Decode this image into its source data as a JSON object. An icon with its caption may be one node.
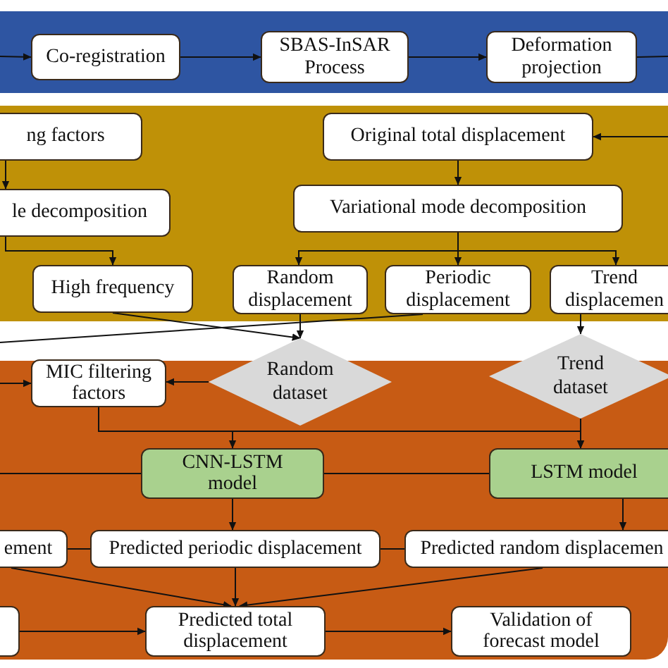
{
  "diagram": {
    "nodes": [
      {
        "text": [
          "Co-registration"
        ]
      },
      {
        "text": [
          "SBAS-InSAR Process"
        ]
      },
      {
        "text": [
          "Deformation projection"
        ]
      },
      {
        "text": [
          "ng factors"
        ]
      },
      {
        "text": [
          "le decomposition"
        ]
      },
      {
        "text": [
          "Original total displacement"
        ]
      },
      {
        "text": [
          "Variational mode decomposition"
        ]
      },
      {
        "text": [
          "High frequency"
        ]
      },
      {
        "text": [
          "Random displacement"
        ]
      },
      {
        "text": [
          "Periodic displacement"
        ]
      },
      {
        "text": [
          "Trend displacemen"
        ]
      },
      {
        "text": [
          "Random dataset"
        ]
      },
      {
        "text": [
          "Trend dataset"
        ]
      },
      {
        "text": [
          "MIC filtering factors"
        ]
      },
      {
        "text": [
          "CNN-LSTM model"
        ]
      },
      {
        "text": [
          "LSTM model"
        ]
      },
      {
        "text": [
          "ement"
        ]
      },
      {
        "text": [
          "Predicted periodic displacement"
        ]
      },
      {
        "text": [
          "Predicted random displacemen"
        ]
      },
      {
        "text": [],
        "shape": "box"
      },
      {
        "text": [
          "Predicted total displacement"
        ]
      },
      {
        "text": [
          "Validation of forecast model"
        ]
      }
    ],
    "edges": [
      {
        "from": null,
        "to": 0,
        "arrow": "to"
      },
      {
        "from": 0,
        "to": 1,
        "arrow": "to"
      },
      {
        "from": 1,
        "to": 2,
        "arrow": "to"
      },
      {
        "from": 2,
        "to": null,
        "arrow": "none"
      },
      {
        "from": null,
        "to": 5,
        "arrow": "to"
      },
      {
        "from": 3,
        "to": 4,
        "arrow": "to"
      },
      {
        "from": 5,
        "to": 6,
        "arrow": "to"
      },
      {
        "from": 6,
        "to": 8,
        "arrow": "to"
      },
      {
        "from": 6,
        "to": 9,
        "arrow": "to"
      },
      {
        "from": 6,
        "to": 10,
        "arrow": "to"
      },
      {
        "from": 4,
        "to": 7,
        "arrow": "to"
      },
      {
        "from": 7,
        "to": 11,
        "arrow": "to"
      },
      {
        "from": 9,
        "to": null,
        "arrow": "none"
      },
      {
        "from": 8,
        "to": 11,
        "arrow": "to"
      },
      {
        "from": 10,
        "to": 12,
        "arrow": "to"
      },
      {
        "from": 11,
        "to": 13,
        "arrow": "to"
      },
      {
        "from": null,
        "to": 13,
        "arrow": "to"
      },
      {
        "from": 13,
        "to": 14,
        "arrow": "to"
      },
      {
        "from": 13,
        "to": 15,
        "arrow": "to"
      },
      {
        "from": 12,
        "to": 15,
        "arrow": "to"
      },
      {
        "from": null,
        "to": 14,
        "arrow": "none"
      },
      {
        "from": 14,
        "to": 15,
        "arrow": "none"
      },
      {
        "from": 14,
        "to": 17,
        "arrow": "to"
      },
      {
        "from": 15,
        "to": 18,
        "arrow": "to"
      },
      {
        "from": 16,
        "to": 17,
        "arrow": "none"
      },
      {
        "from": 17,
        "to": 18,
        "arrow": "none"
      },
      {
        "from": 16,
        "to": 20,
        "arrow": "to"
      },
      {
        "from": 17,
        "to": 20,
        "arrow": "to"
      },
      {
        "from": 18,
        "to": 20,
        "arrow": "to"
      },
      {
        "from": 19,
        "to": 20,
        "arrow": "to"
      },
      {
        "from": 20,
        "to": 21,
        "arrow": "to"
      }
    ]
  }
}
